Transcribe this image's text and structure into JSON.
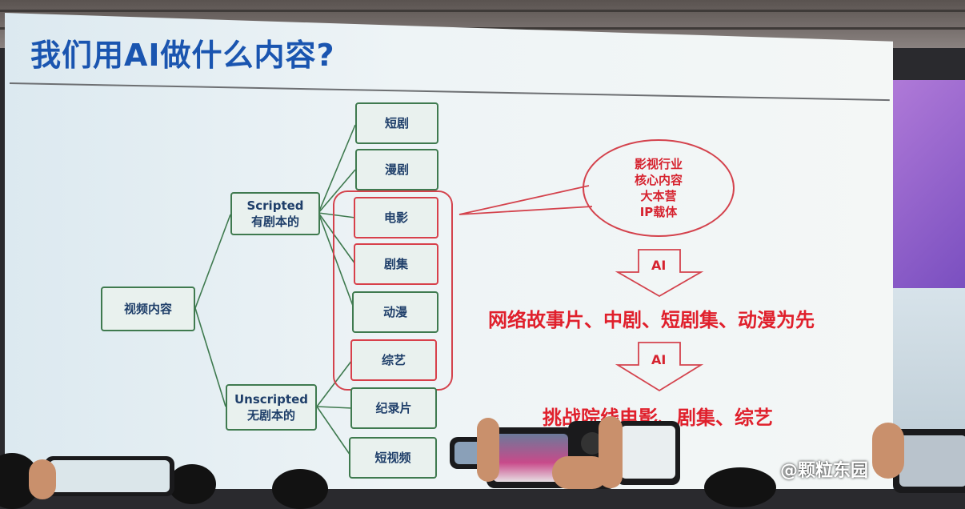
{
  "slide": {
    "title": "我们用AI做什么内容?",
    "root": "视频内容",
    "branches": [
      {
        "title": "Scripted",
        "subtitle": "有剧本的"
      },
      {
        "title": "Unscripted",
        "subtitle": "无剧本的"
      }
    ],
    "leaves": [
      "短剧",
      "漫剧",
      "电影",
      "剧集",
      "动漫",
      "综艺",
      "纪录片",
      "短视频"
    ],
    "bubble_lines": [
      "影视行业",
      "核心内容",
      "大本营",
      "IP载体"
    ],
    "arrow_labels": [
      "AI",
      "AI"
    ],
    "step1": "网络故事片、中剧、短剧集、动漫为先",
    "step2": "挑战院线电影、剧集、综艺"
  },
  "watermark": "@颗粒东园",
  "colors": {
    "title_blue": "#1a55b0",
    "box_border_green": "#3f7a4f",
    "highlight_red": "#d6232f"
  }
}
